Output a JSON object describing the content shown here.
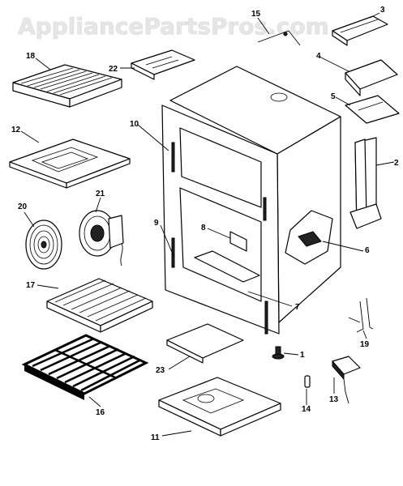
{
  "watermark": "AppliancePartsPros.com",
  "callouts": [
    {
      "id": "c1",
      "label": "1"
    },
    {
      "id": "c2",
      "label": "2"
    },
    {
      "id": "c3",
      "label": "3"
    },
    {
      "id": "c4",
      "label": "4"
    },
    {
      "id": "c5",
      "label": "5"
    },
    {
      "id": "c6",
      "label": "6"
    },
    {
      "id": "c7",
      "label": "7"
    },
    {
      "id": "c8",
      "label": "8"
    },
    {
      "id": "c9",
      "label": "9"
    },
    {
      "id": "c10",
      "label": "10"
    },
    {
      "id": "c11",
      "label": "11"
    },
    {
      "id": "c12",
      "label": "12"
    },
    {
      "id": "c13",
      "label": "13"
    },
    {
      "id": "c14",
      "label": "14"
    },
    {
      "id": "c15",
      "label": "15"
    },
    {
      "id": "c16",
      "label": "16"
    },
    {
      "id": "c17",
      "label": "17"
    },
    {
      "id": "c18",
      "label": "18"
    },
    {
      "id": "c19",
      "label": "19"
    },
    {
      "id": "c20",
      "label": "20"
    },
    {
      "id": "c21",
      "label": "21"
    },
    {
      "id": "c22",
      "label": "22"
    },
    {
      "id": "c23",
      "label": "23"
    }
  ]
}
